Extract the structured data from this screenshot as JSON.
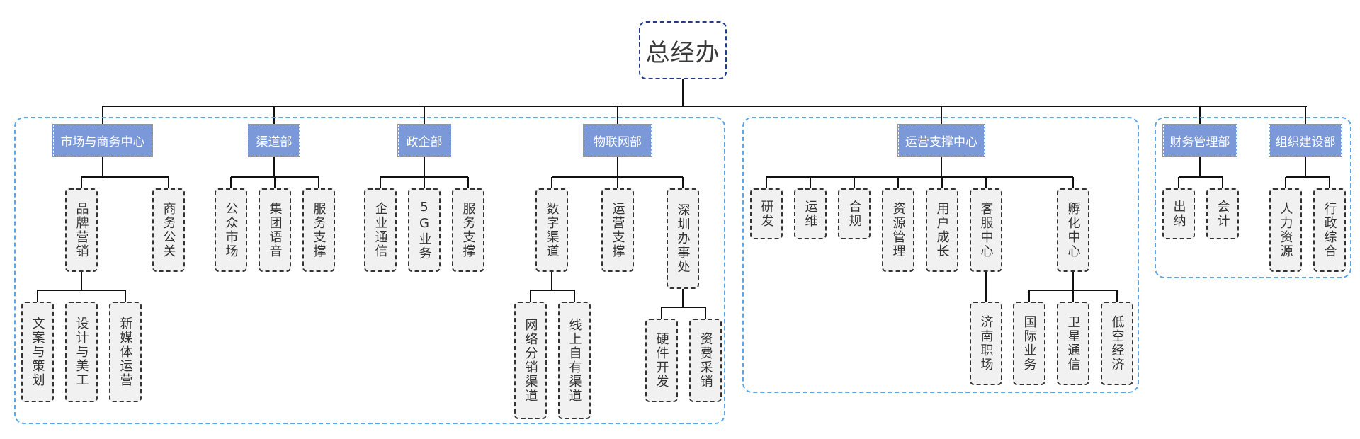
{
  "root": {
    "label": "总经办"
  },
  "depts": {
    "market": "市场与商务中心",
    "channel": "渠道部",
    "gov": "政企部",
    "iot": "物联网部",
    "ops": "运营支撑中心",
    "finance": "财务管理部",
    "org": "组织建设部"
  },
  "leaves": {
    "brand": "品牌营销",
    "bizpr": "商务公关",
    "copy": "文案与策划",
    "design": "设计与美工",
    "newmedia": "新媒体运营",
    "public": "公众市场",
    "groupvoice": "集团语音",
    "chsupport": "服务支撑",
    "enterprise": "企业通信",
    "fiveg": "5G业务",
    "govsupport": "服务支撑",
    "digital": "数字渠道",
    "opsupport": "运营支撑",
    "shenzhen": "深圳办事处",
    "network": "网络分销渠道",
    "online": "线上自有渠道",
    "hardware": "硬件开发",
    "purchase": "资费采销",
    "rd": "研发",
    "maint": "运维",
    "compliance": "合规",
    "resource": "资源管理",
    "growth": "用户成长",
    "service": "客服中心",
    "incubator": "孵化中心",
    "jinan": "济南职场",
    "intl": "国际业务",
    "satellite": "卫星通信",
    "lowalt": "低空经济",
    "cashier": "出纳",
    "account": "会计",
    "hr": "人力资源",
    "admin": "行政综合"
  }
}
